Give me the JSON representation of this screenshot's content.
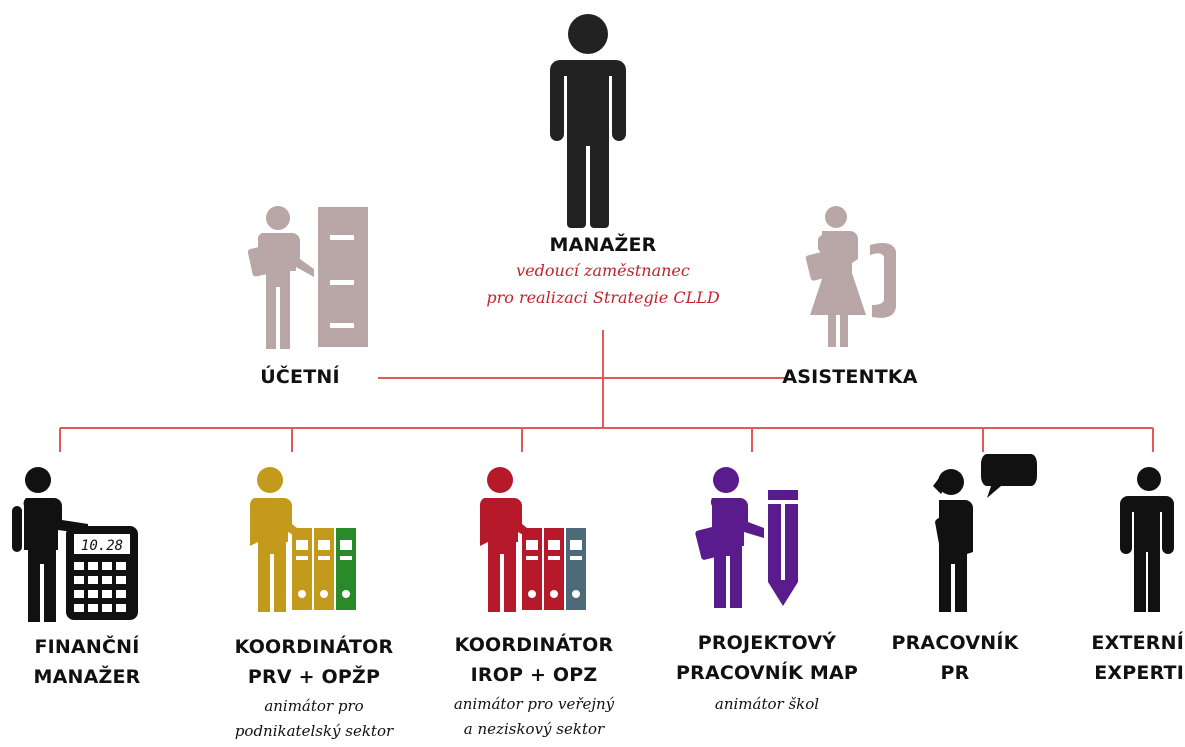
{
  "colors": {
    "line": "#e05a5a",
    "manager": "#222222",
    "staff_gray": "#b9a6a6",
    "black": "#111111",
    "gold": "#c49a1c",
    "red": "#b5192a",
    "purple": "#5a1c8c",
    "green": "#2a8a2a",
    "slate": "#4c6a78",
    "subtitle_red": "#c0242c"
  },
  "manager": {
    "icon": "manager-person-icon",
    "title": "MANAŽER",
    "subtitle_1": "vedoucí zaměstnanec",
    "subtitle_2": "pro realizaci Strategie CLLD"
  },
  "accountant": {
    "icon": "accountant-cabinet-icon",
    "title": "ÚČETNÍ"
  },
  "assistant": {
    "icon": "assistant-phone-icon",
    "title": "ASISTENTKA"
  },
  "staff": [
    {
      "icon": "calculator-person-icon",
      "title_1": "FINANČNÍ",
      "title_2": "MANAŽER",
      "sub_1": "",
      "sub_2": ""
    },
    {
      "icon": "binders-person-gold-icon",
      "title_1": "KOORDINÁTOR",
      "title_2": "PRV + OPŽP",
      "sub_1": "animátor pro",
      "sub_2": "podnikatelský sektor"
    },
    {
      "icon": "binders-person-red-icon",
      "title_1": "KOORDINÁTOR",
      "title_2": "IROP + OPZ",
      "sub_1": "animátor pro veřejný",
      "sub_2": "a neziskový sektor"
    },
    {
      "icon": "pencil-person-icon",
      "title_1": "PROJEKTOVÝ",
      "title_2": "PRACOVNÍK MAP",
      "sub_1": "animátor škol",
      "sub_2": ""
    },
    {
      "icon": "phone-speech-person-icon",
      "title_1": "PRACOVNÍK",
      "title_2": "PR",
      "sub_1": "",
      "sub_2": ""
    },
    {
      "icon": "expert-person-icon",
      "title_1": "EXTERNÍ",
      "title_2": "EXPERTI",
      "sub_1": "",
      "sub_2": ""
    }
  ]
}
